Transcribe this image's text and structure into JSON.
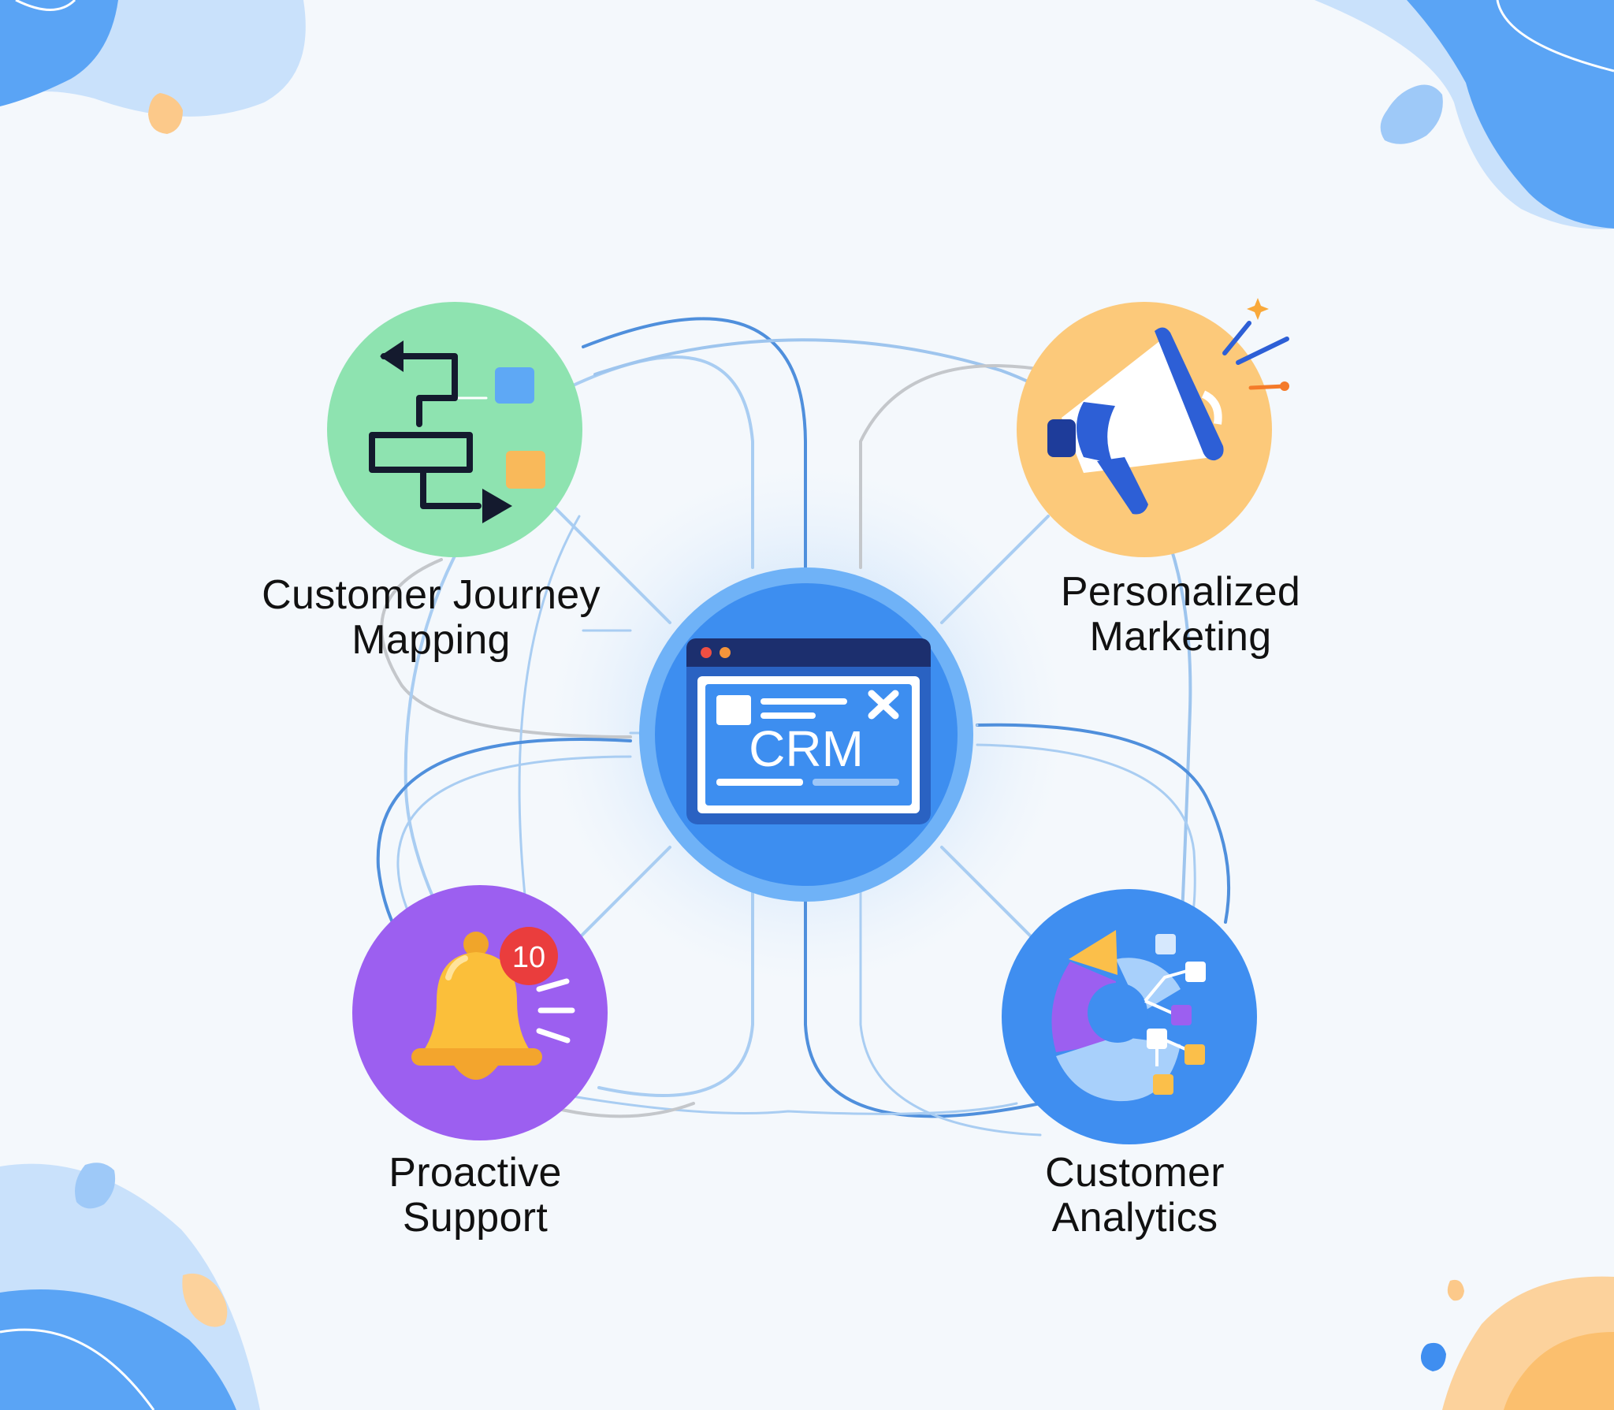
{
  "hub": {
    "label": "CRM",
    "icon": "crm-window-icon"
  },
  "features": [
    {
      "id": "journey",
      "label_lines": [
        "Customer Journey",
        "Mapping"
      ],
      "icon": "flowchart-icon",
      "color": "#8ee3b0"
    },
    {
      "id": "marketing",
      "label_lines": [
        "Personalized",
        "Marketing"
      ],
      "icon": "megaphone-icon",
      "color": "#fcc97a"
    },
    {
      "id": "support",
      "label_lines": [
        "Proactive",
        "Support"
      ],
      "icon": "bell-icon",
      "color": "#9c5ff0",
      "badge": "10"
    },
    {
      "id": "analytics",
      "label_lines": [
        "Customer",
        "Analytics"
      ],
      "icon": "analytics-chart-icon",
      "color": "#3f8ef0"
    }
  ],
  "colors": {
    "background": "#f4f8fc",
    "hub": "#3d8ef0",
    "connector": "#9ec5ee",
    "orange_accent": "#fbbf6e",
    "blue_accent": "#5aa4f5"
  }
}
